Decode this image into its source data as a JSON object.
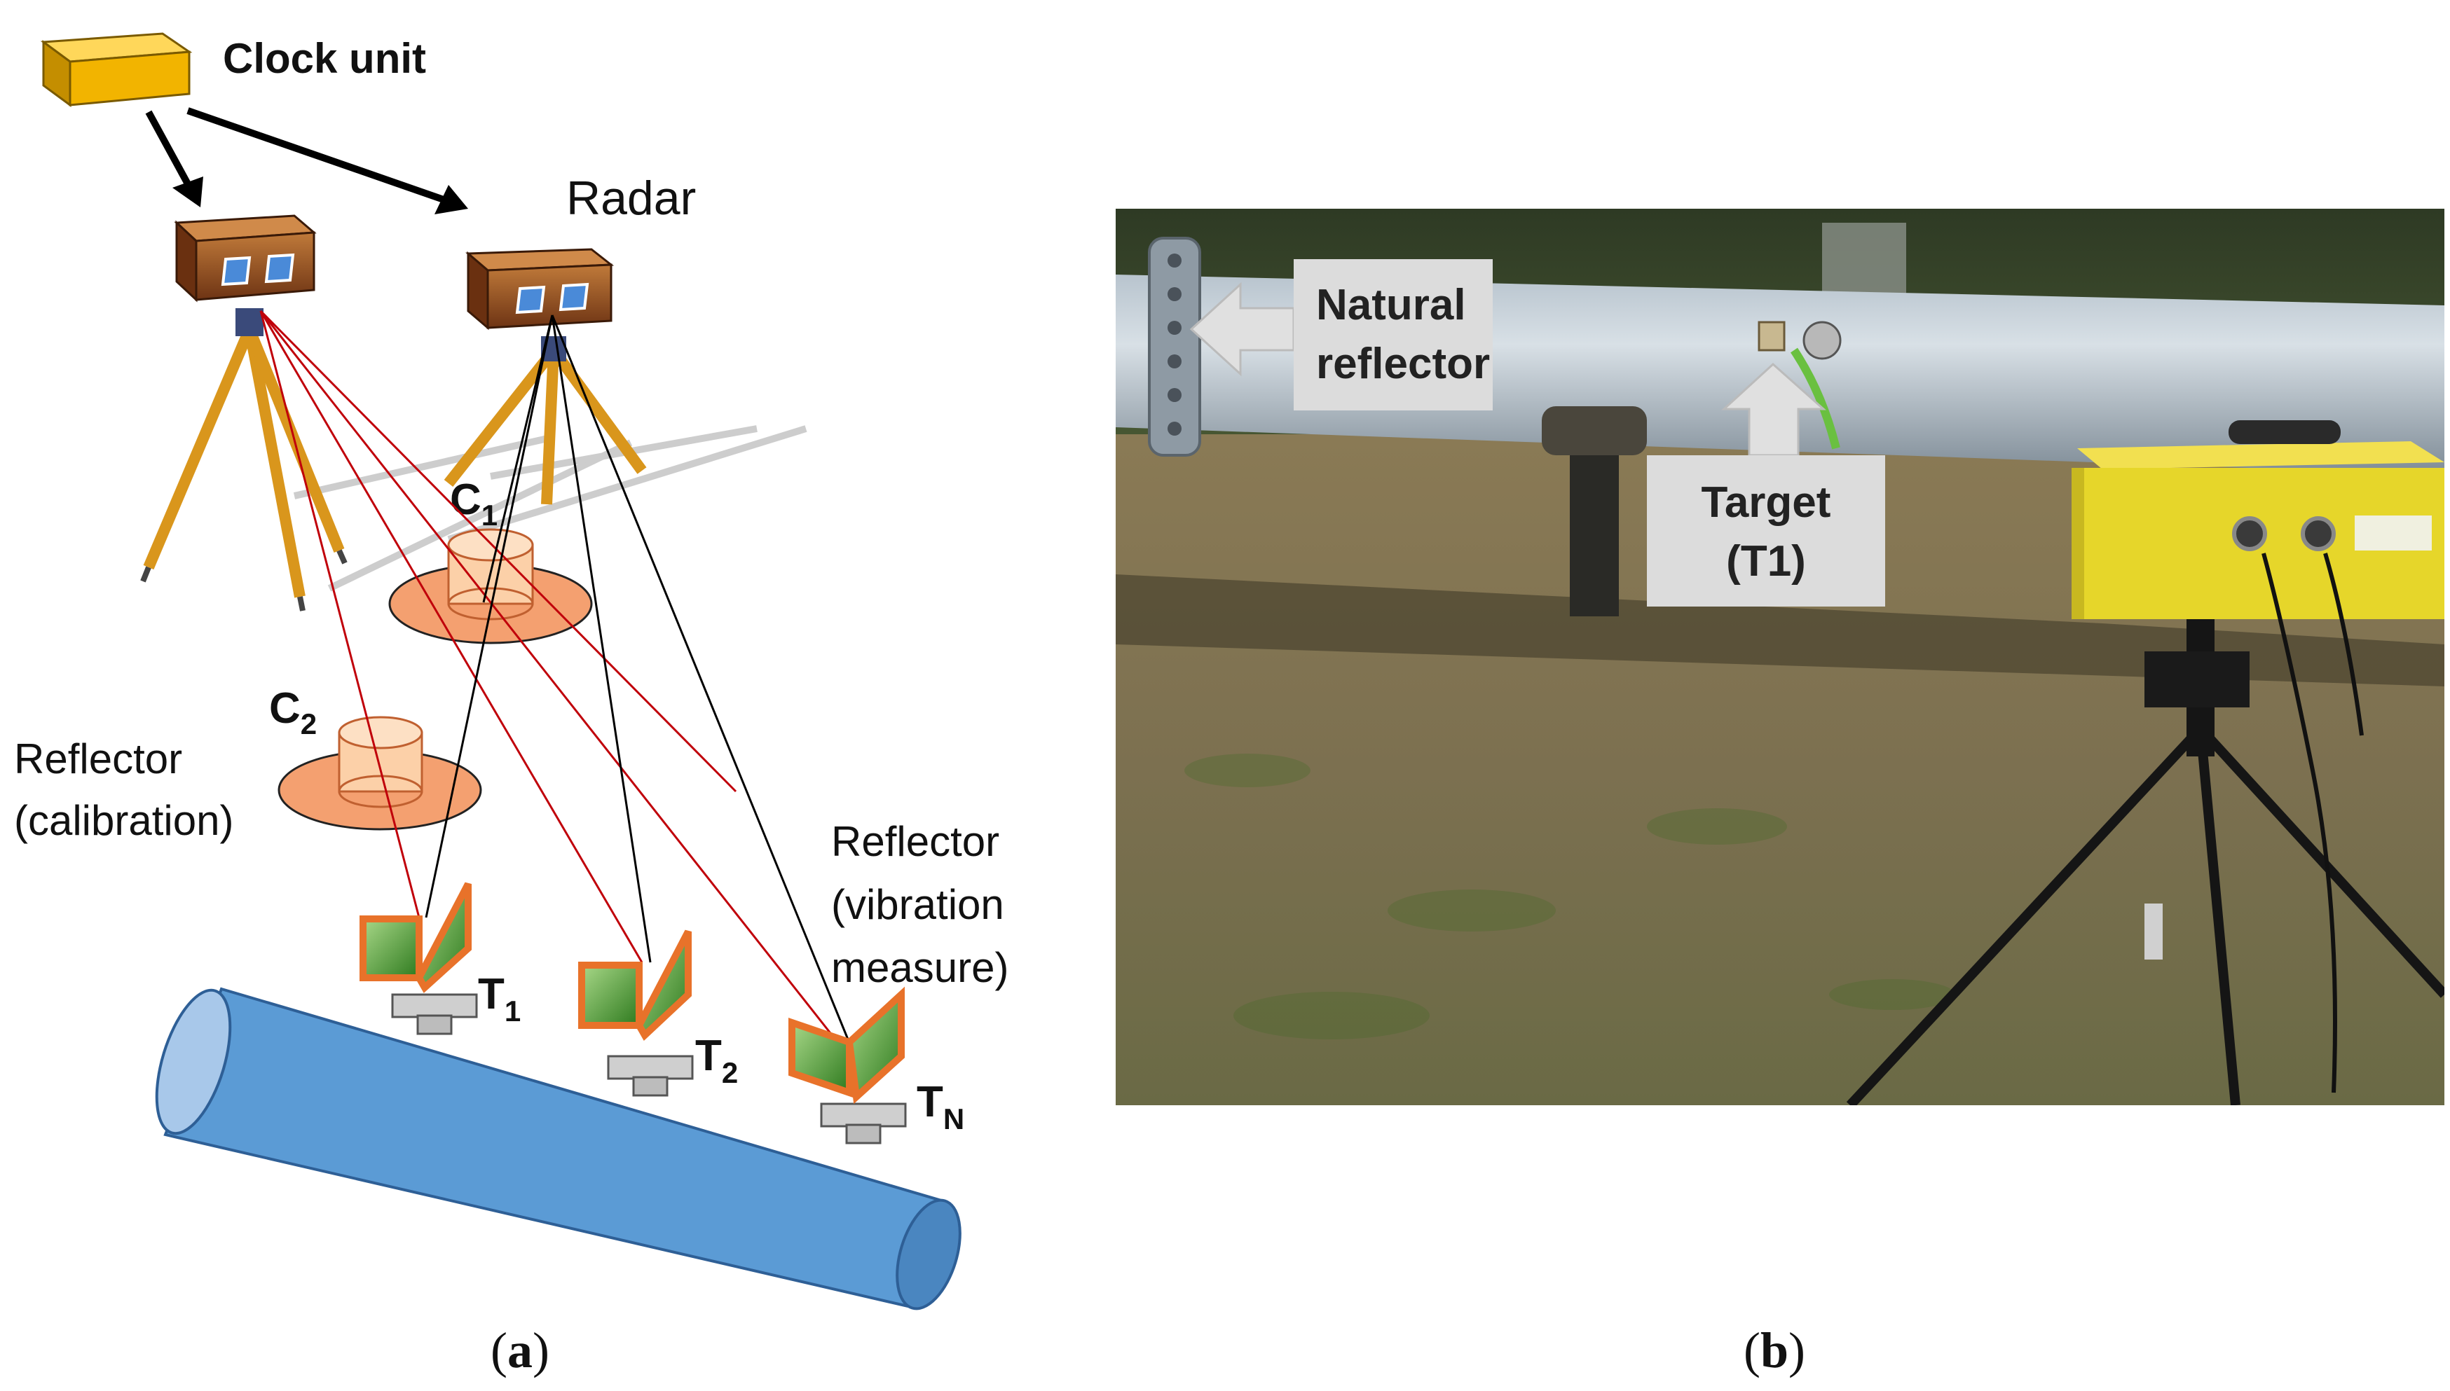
{
  "panel_a": {
    "clock_unit_label": "Clock unit",
    "radar_label": "Radar",
    "calib_reflector_1": {
      "letter": "C",
      "sub": "1"
    },
    "calib_reflector_2": {
      "letter": "C",
      "sub": "2"
    },
    "reflector_calibration_line1": "Reflector",
    "reflector_calibration_line2": "(calibration)",
    "reflector_vibration_line1": "Reflector",
    "reflector_vibration_line2": "(vibration",
    "reflector_vibration_line3": "measure)",
    "targets": [
      {
        "letter": "T",
        "sub": "1"
      },
      {
        "letter": "T",
        "sub": "2"
      },
      {
        "letter": "T",
        "sub": "N"
      }
    ],
    "caption_open": "(",
    "caption_letter": "a",
    "caption_close": ")"
  },
  "panel_b": {
    "natural_reflector_line1": "Natural",
    "natural_reflector_line2": "reflector",
    "target_line1": "Target",
    "target_line2": "(T1)",
    "caption_open": "(",
    "caption_letter": "b",
    "caption_close": ")"
  },
  "colors": {
    "clock_box": "#f2b400",
    "radar_box": "#8b4a1e",
    "red_beam": "#c0000a",
    "black_beam": "#000000",
    "pipe_blue": "#5b9bd5",
    "reflector_green": "#4e9a2a",
    "reflector_orange": "#e8722a",
    "calib_disc": "#f4a070",
    "photo_label_bg": "#dcdcdc"
  }
}
